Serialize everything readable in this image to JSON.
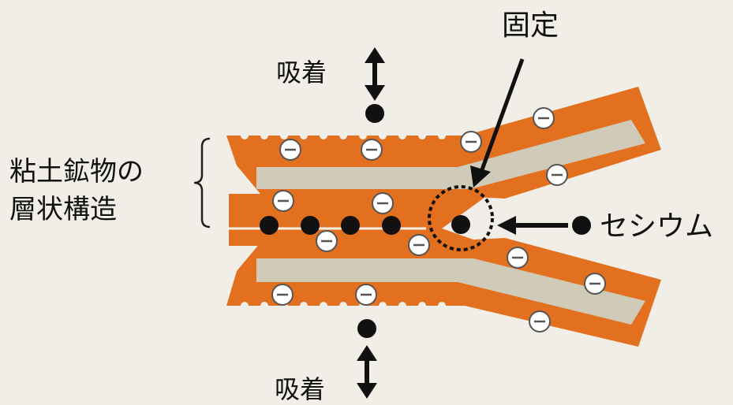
{
  "labels": {
    "fixed": "固定",
    "adsorption_top": "吸着",
    "adsorption_bottom": "吸着",
    "layered_structure_line1": "粘土鉱物の",
    "layered_structure_line2": "層状構造",
    "cesium": "セシウム"
  },
  "colors": {
    "clay_layer": "#e2701e",
    "interlayer": "#cfcbb8",
    "paper": "#f1eee7",
    "cesium_ion": "#111111",
    "negative_charge_fill": "#ffffff",
    "ink": "#111111"
  },
  "icons": {
    "negative_charge": "minus-circle",
    "cesium_ion": "filled-dot",
    "arrows": [
      "double-arrow-vertical",
      "arrow-left",
      "leader-arrow"
    ],
    "focus_marker": "dashed-circle",
    "group_marker": "curly-bracket"
  }
}
